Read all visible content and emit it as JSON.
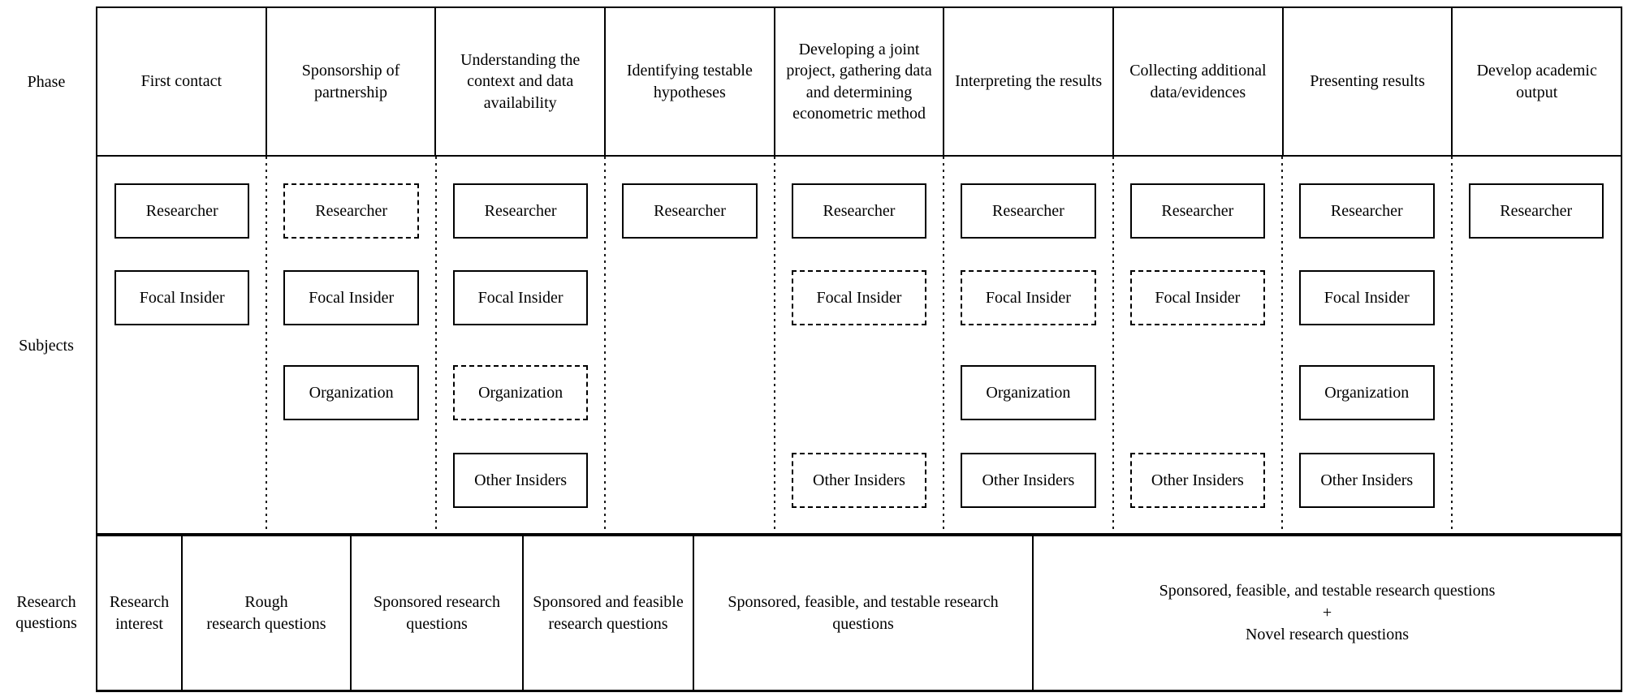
{
  "row_labels": {
    "phase": "Phase",
    "subjects": "Subjects",
    "research_questions": "Research\nquestions"
  },
  "colors": {
    "background": "#ffffff",
    "line": "#000000",
    "text": "#000000"
  },
  "phases": [
    {
      "label": "First contact",
      "subjects": [
        {
          "label": "Researcher",
          "border": "solid",
          "slot": 0
        },
        {
          "label": "Focal Insider",
          "border": "solid",
          "slot": 1
        }
      ]
    },
    {
      "label": "Sponsorship of partnership",
      "subjects": [
        {
          "label": "Researcher",
          "border": "dashed",
          "slot": 0
        },
        {
          "label": "Focal Insider",
          "border": "solid",
          "slot": 1
        },
        {
          "label": "Organization",
          "border": "solid",
          "slot": 2
        }
      ]
    },
    {
      "label": "Understanding the context and data availability",
      "subjects": [
        {
          "label": "Researcher",
          "border": "solid",
          "slot": 0
        },
        {
          "label": "Focal Insider",
          "border": "solid",
          "slot": 1
        },
        {
          "label": "Organization",
          "border": "dashed",
          "slot": 2
        },
        {
          "label": "Other Insiders",
          "border": "solid",
          "slot": 3
        }
      ]
    },
    {
      "label": "Identifying testable hypotheses",
      "subjects": [
        {
          "label": "Researcher",
          "border": "solid",
          "slot": 0
        }
      ]
    },
    {
      "label": "Developing a joint project, gathering data and determining econometric method",
      "subjects": [
        {
          "label": "Researcher",
          "border": "solid",
          "slot": 0
        },
        {
          "label": "Focal Insider",
          "border": "dashed",
          "slot": 1
        },
        {
          "label": "Other Insiders",
          "border": "dashed",
          "slot": 3
        }
      ]
    },
    {
      "label": "Interpreting the results",
      "subjects": [
        {
          "label": "Researcher",
          "border": "solid",
          "slot": 0
        },
        {
          "label": "Focal Insider",
          "border": "dashed",
          "slot": 1
        },
        {
          "label": "Organization",
          "border": "solid",
          "slot": 2
        },
        {
          "label": "Other Insiders",
          "border": "solid",
          "slot": 3
        }
      ]
    },
    {
      "label": "Collecting additional data/evidences",
      "subjects": [
        {
          "label": "Researcher",
          "border": "solid",
          "slot": 0
        },
        {
          "label": "Focal Insider",
          "border": "dashed",
          "slot": 1
        },
        {
          "label": "Other Insiders",
          "border": "dashed",
          "slot": 3
        }
      ]
    },
    {
      "label": "Presenting results",
      "subjects": [
        {
          "label": "Researcher",
          "border": "solid",
          "slot": 0
        },
        {
          "label": "Focal Insider",
          "border": "solid",
          "slot": 1
        },
        {
          "label": "Organization",
          "border": "solid",
          "slot": 2
        },
        {
          "label": "Other Insiders",
          "border": "solid",
          "slot": 3
        }
      ]
    },
    {
      "label": "Develop academic output",
      "subjects": [
        {
          "label": "Researcher",
          "border": "solid",
          "slot": 0
        }
      ]
    }
  ],
  "research_questions": [
    {
      "label": "Research interest"
    },
    {
      "label": "Rough\nresearch questions"
    },
    {
      "label": "Sponsored research questions"
    },
    {
      "label": "Sponsored and feasible research questions"
    },
    {
      "label": "Sponsored, feasible, and testable research questions"
    },
    {
      "label": "Sponsored, feasible, and testable research questions\n+\nNovel research questions"
    }
  ]
}
